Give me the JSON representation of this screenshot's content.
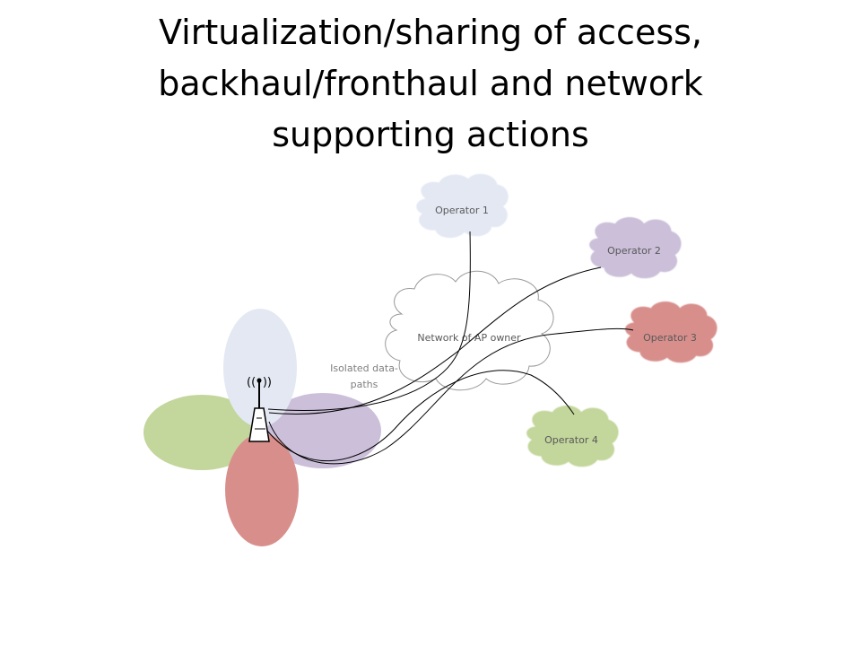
{
  "title": {
    "line1": "Virtualization/sharing of access,",
    "line2": "backhaul/fronthaul and network",
    "line3": "supporting actions"
  },
  "clouds": {
    "operator1": {
      "label": "Operator 1",
      "color": "#e3e8f3"
    },
    "operator2": {
      "label": "Operator 2",
      "color": "#cbbfd9"
    },
    "operator3": {
      "label": "Operator 3",
      "color": "#d88f8c"
    },
    "operator4": {
      "label": "Operator 4",
      "color": "#c3d69b"
    },
    "network": {
      "label": "Network of AP owner",
      "color": "#ffffff"
    }
  },
  "isolated_label": {
    "line1": "Isolated data-",
    "line2": "paths"
  },
  "antenna_glyph": "((•))",
  "coverage_colors": {
    "blue": "#e3e8f3",
    "green": "#c3d69b",
    "purple": "#cbbfd9",
    "red": "#d88f8c"
  }
}
